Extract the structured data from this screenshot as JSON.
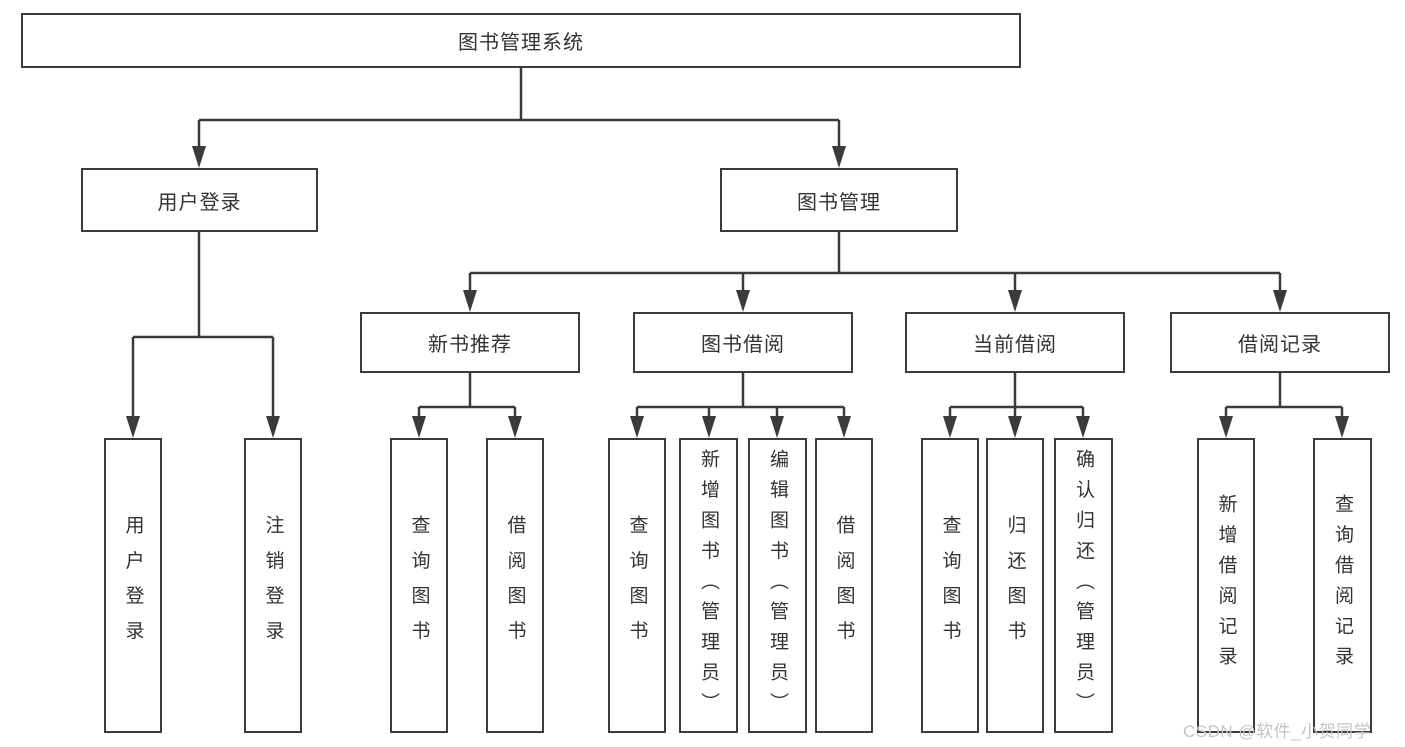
{
  "diagram": {
    "title": "图书管理系统",
    "root": {
      "label": "图书管理系统"
    },
    "branches": [
      {
        "label": "用户登录",
        "children": [
          {
            "label": "用户登录"
          },
          {
            "label": "注销登录"
          }
        ]
      },
      {
        "label": "图书管理",
        "children": [
          {
            "label": "新书推荐",
            "children": [
              {
                "label": "查询图书"
              },
              {
                "label": "借阅图书"
              }
            ]
          },
          {
            "label": "图书借阅",
            "children": [
              {
                "label": "查询图书"
              },
              {
                "label": "新增图书（管理员）"
              },
              {
                "label": "编辑图书（管理员）"
              },
              {
                "label": "借阅图书"
              }
            ]
          },
          {
            "label": "当前借阅",
            "children": [
              {
                "label": "查询图书"
              },
              {
                "label": "归还图书"
              },
              {
                "label": "确认归还（管理员）"
              }
            ]
          },
          {
            "label": "借阅记录",
            "children": [
              {
                "label": "新增借阅记录"
              },
              {
                "label": "查询借阅记录"
              }
            ]
          }
        ]
      }
    ],
    "colors": {
      "line": "#3b3b3b",
      "text": "#333333",
      "box_background": "#ffffff",
      "watermark": "#c4c4c4"
    },
    "watermark": "CSDN @软件_小贺同学"
  }
}
